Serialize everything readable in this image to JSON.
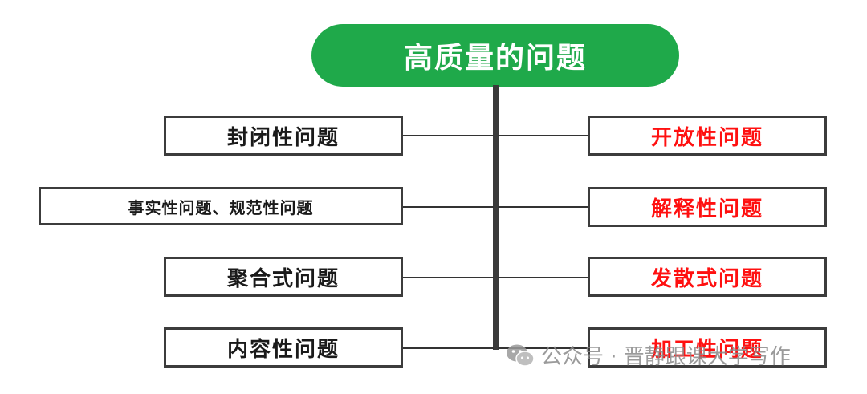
{
  "root": {
    "label": "高质量的问题",
    "color": "#1fa94a"
  },
  "left_items": [
    {
      "label": "封闭性问题"
    },
    {
      "label": "事实性问题、规范性问题"
    },
    {
      "label": "聚合式问题"
    },
    {
      "label": "内容性问题"
    }
  ],
  "right_items": [
    {
      "label": "开放性问题"
    },
    {
      "label": "解释性问题"
    },
    {
      "label": "发散式问题"
    },
    {
      "label": "加工性问题"
    }
  ],
  "right_text_color": "#ff1010",
  "watermark": {
    "text": "公众号 · 晋静跟课大学写作",
    "icon": "wechat-icon"
  }
}
